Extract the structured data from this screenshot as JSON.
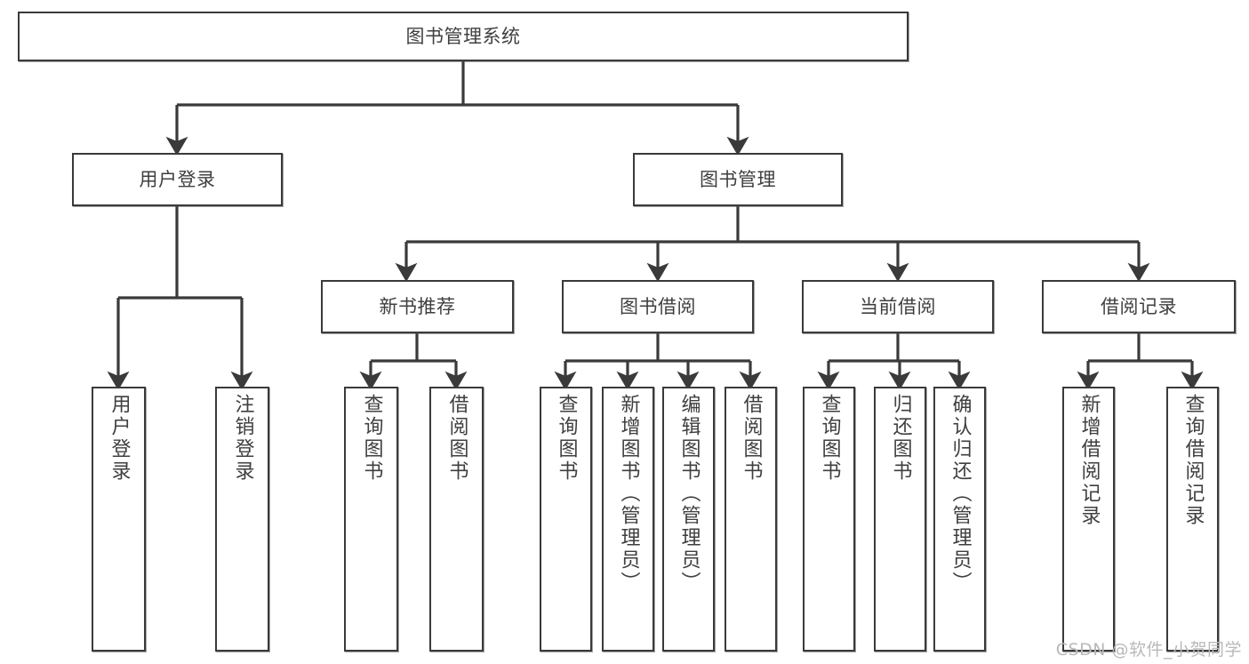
{
  "diagram": {
    "title": "图书管理系统",
    "type": "tree",
    "watermark": "CSDN @软件_小贺同学",
    "colors": {
      "border": "#3a3a3a",
      "text": "#3f3f3f",
      "edge": "#3a3a3a",
      "background": "#ffffff",
      "watermark": "#b9b9b9"
    },
    "nodes": {
      "root": {
        "label": "图书管理系统"
      },
      "level2": [
        {
          "id": "user_login",
          "label": "用户登录"
        },
        {
          "id": "book_mgmt",
          "label": "图书管理"
        }
      ],
      "level3": [
        {
          "id": "new_book_rec",
          "label": "新书推荐"
        },
        {
          "id": "book_borrow",
          "label": "图书借阅"
        },
        {
          "id": "current_borrow",
          "label": "当前借阅"
        },
        {
          "id": "borrow_record",
          "label": "借阅记录"
        }
      ],
      "leaves": {
        "user_login": [
          {
            "id": "leaf_user_login",
            "label": "用户登录"
          },
          {
            "id": "leaf_logout",
            "label": "注销登录"
          }
        ],
        "new_book_rec": [
          {
            "id": "leaf_query_book_1",
            "label": "查询图书"
          },
          {
            "id": "leaf_borrow_book_1",
            "label": "借阅图书"
          }
        ],
        "book_borrow": [
          {
            "id": "leaf_query_book_2",
            "label": "查询图书"
          },
          {
            "id": "leaf_add_book",
            "label": "新增图书（管理员）"
          },
          {
            "id": "leaf_edit_book",
            "label": "编辑图书（管理员）"
          },
          {
            "id": "leaf_borrow_book_2",
            "label": "借阅图书"
          }
        ],
        "current_borrow": [
          {
            "id": "leaf_query_book_3",
            "label": "查询图书"
          },
          {
            "id": "leaf_return_book",
            "label": "归还图书"
          },
          {
            "id": "leaf_confirm_return",
            "label": "确认归还（管理员）"
          }
        ],
        "borrow_record": [
          {
            "id": "leaf_add_record",
            "label": "新增借阅记录"
          },
          {
            "id": "leaf_query_record",
            "label": "查询借阅记录"
          }
        ]
      }
    },
    "edges": [
      {
        "from": "root",
        "to": "user_login"
      },
      {
        "from": "root",
        "to": "book_mgmt"
      },
      {
        "from": "book_mgmt",
        "to": "new_book_rec"
      },
      {
        "from": "book_mgmt",
        "to": "book_borrow"
      },
      {
        "from": "book_mgmt",
        "to": "current_borrow"
      },
      {
        "from": "book_mgmt",
        "to": "borrow_record"
      },
      {
        "from": "user_login",
        "to": "leaf_user_login"
      },
      {
        "from": "user_login",
        "to": "leaf_logout"
      },
      {
        "from": "new_book_rec",
        "to": "leaf_query_book_1"
      },
      {
        "from": "new_book_rec",
        "to": "leaf_borrow_book_1"
      },
      {
        "from": "book_borrow",
        "to": "leaf_query_book_2"
      },
      {
        "from": "book_borrow",
        "to": "leaf_add_book"
      },
      {
        "from": "book_borrow",
        "to": "leaf_edit_book"
      },
      {
        "from": "book_borrow",
        "to": "leaf_borrow_book_2"
      },
      {
        "from": "current_borrow",
        "to": "leaf_query_book_3"
      },
      {
        "from": "current_borrow",
        "to": "leaf_return_book"
      },
      {
        "from": "current_borrow",
        "to": "leaf_confirm_return"
      },
      {
        "from": "borrow_record",
        "to": "leaf_add_record"
      },
      {
        "from": "borrow_record",
        "to": "leaf_query_record"
      }
    ]
  }
}
